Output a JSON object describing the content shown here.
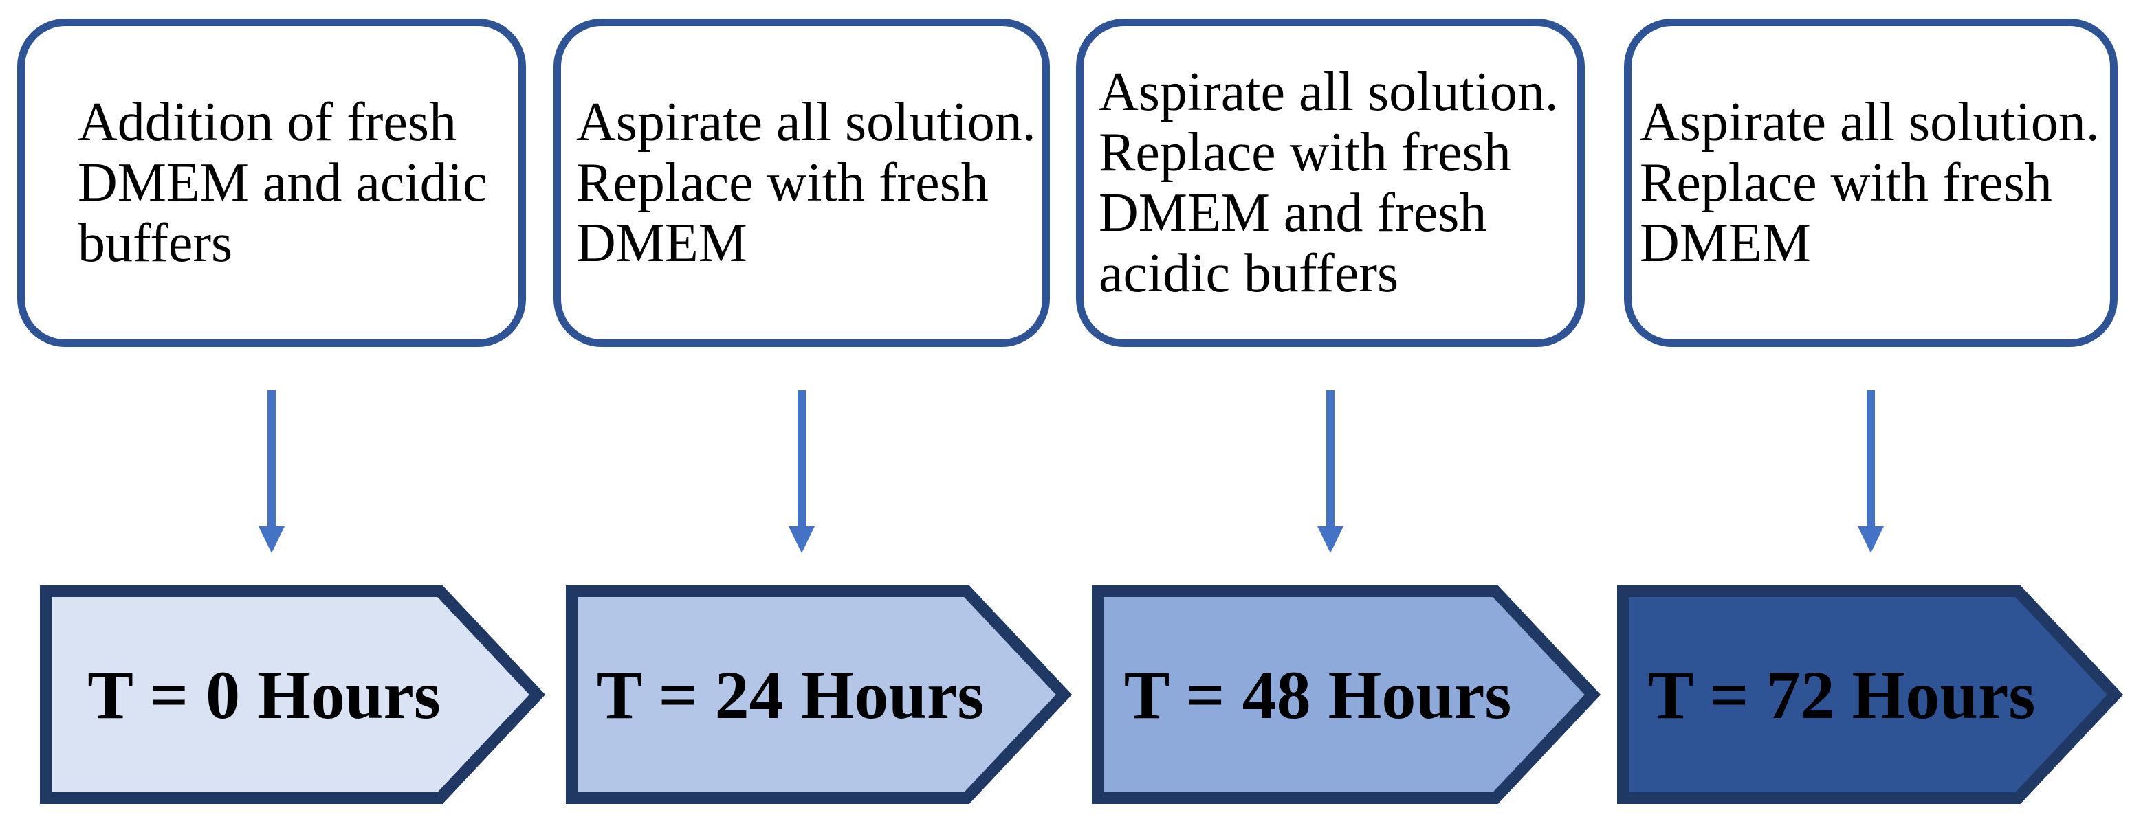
{
  "colors": {
    "box_border": "#2F5496",
    "arrow": "#4472C4",
    "chevron_border": "#1F3864",
    "note_text": "#000000",
    "label_text": "#000000"
  },
  "steps": [
    {
      "note": "Addition of fresh\nDMEM and acidic\nbuffers",
      "label": "T = 0 Hours",
      "fill": "#DAE3F3"
    },
    {
      "note": "Aspirate all solution.\nReplace with fresh\nDMEM",
      "label": "T = 24 Hours",
      "fill": "#B4C6E7"
    },
    {
      "note": "Aspirate all solution.\nReplace with fresh\nDMEM and fresh\nacidic buffers",
      "label": "T = 48 Hours",
      "fill": "#8EAADB"
    },
    {
      "note": "Aspirate all solution.\nReplace with fresh\nDMEM",
      "label": "T = 72 Hours",
      "fill": "#2F5496"
    }
  ]
}
